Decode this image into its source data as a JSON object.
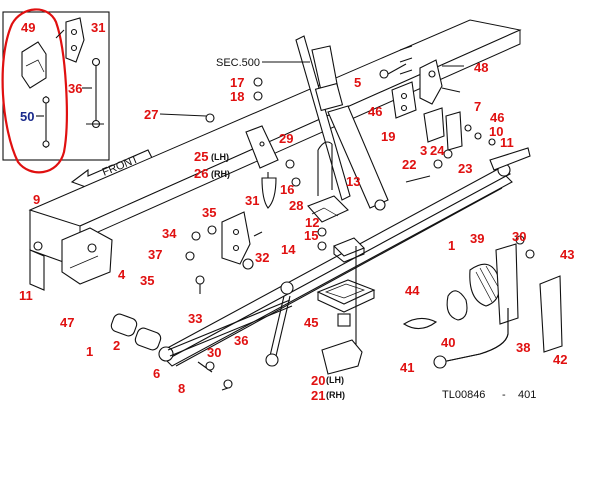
{
  "texts": {
    "sec": "SEC.500",
    "front": "FRONT",
    "lh": "(LH)",
    "rh": "(RH)",
    "code": "TL00846",
    "dash": "-",
    "page": "401"
  },
  "colors": {
    "callout": "#e01010",
    "callout_alt": "#1a2a8c",
    "highlight_oval": "#e01010",
    "line": "#111111"
  },
  "part_numbers": {
    "p49": "49",
    "p31a": "31",
    "p36a": "36",
    "p50": "50",
    "p17": "17",
    "p18": "18",
    "p27": "27",
    "p29": "29",
    "p28": "28",
    "p25": "25",
    "p26": "26",
    "p16": "16",
    "p13": "13",
    "p19": "19",
    "p5": "5",
    "p46a": "46",
    "p48": "48",
    "p7": "7",
    "p46b": "46",
    "p10": "10",
    "p3": "3",
    "p24": "24",
    "p11a": "11",
    "p23": "23",
    "p22": "22",
    "p12": "12",
    "p15": "15",
    "p14": "14",
    "p9": "9",
    "p11b": "11",
    "p31b": "31",
    "p35a": "35",
    "p34": "34",
    "p37": "37",
    "p32": "32",
    "p35b": "35",
    "p4": "4",
    "p33": "33",
    "p47": "47",
    "p2": "2",
    "p1a": "1",
    "p6": "6",
    "p30a": "30",
    "p8": "8",
    "p36b": "36",
    "p45": "45",
    "p44": "44",
    "p20": "20",
    "p21": "21",
    "p41": "41",
    "p40": "40",
    "p38": "38",
    "p39": "39",
    "p30b": "30",
    "p43": "43",
    "p42": "42",
    "p1b": "1"
  }
}
